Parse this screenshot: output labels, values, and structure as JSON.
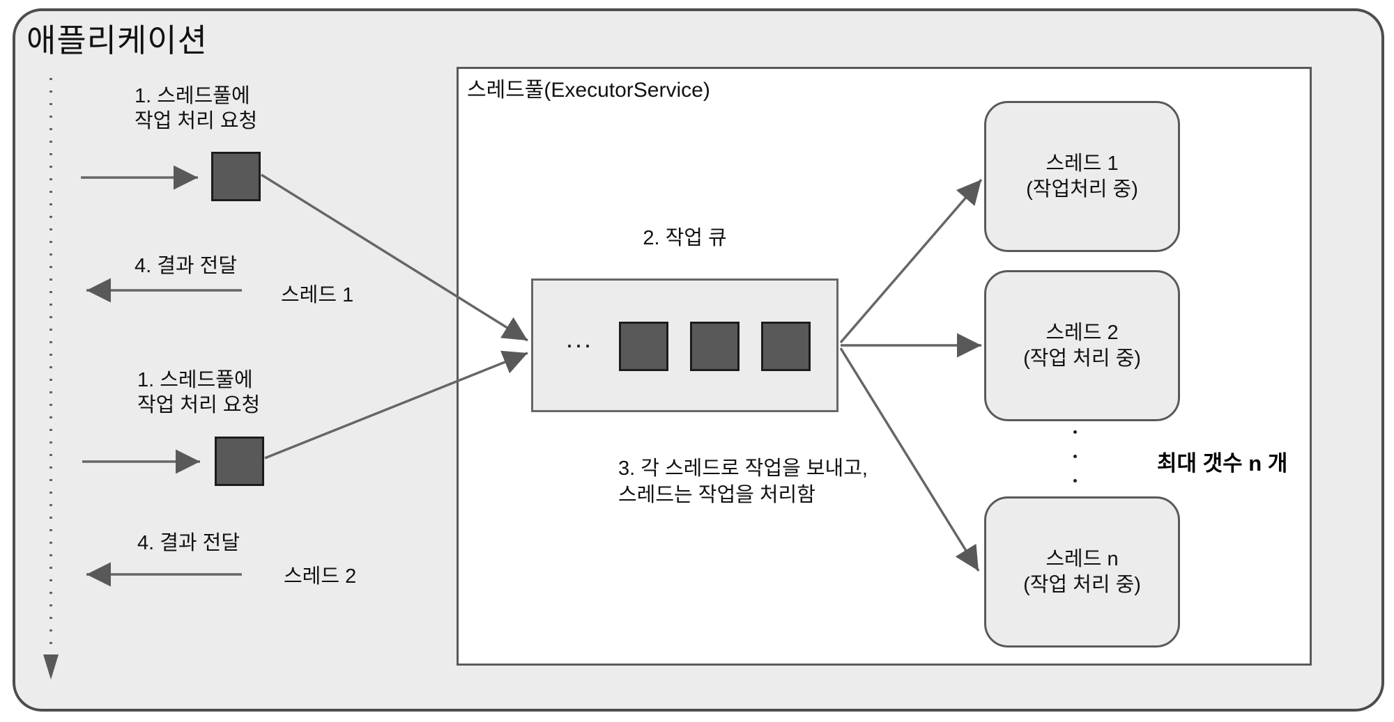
{
  "diagram": {
    "app_title": "애플리케이션",
    "pool_title": "스레드풀(ExecutorService)",
    "queue": {
      "label": "2. 작업 큐",
      "ellipsis": "...",
      "task_count": 3
    },
    "step3_note": {
      "line1": "3. 각 스레드로 작업을 보내고,",
      "line2": "스레드는 작업을 처리함"
    },
    "threads": [
      {
        "name": "스레드 1",
        "status": "(작업처리 중)"
      },
      {
        "name": "스레드 2",
        "status": "(작업 처리 중)"
      },
      {
        "name": "스레드 n",
        "status": "(작업 처리 중)"
      }
    ],
    "max_count_label": "최대 갯수 n 개",
    "requests": [
      {
        "step1_line1": "1. 스레드풀에",
        "step1_line2": "작업 처리 요청",
        "step4": "4. 결과 전달",
        "result_thread_label": "스레드 1"
      },
      {
        "step1_line1": "1. 스레드풀에",
        "step1_line2": "작업 처리 요청",
        "step4": "4. 결과 전달",
        "result_thread_label": "스레드 2"
      }
    ],
    "colors": {
      "canvas_bg": "#ffffff",
      "panel_fill": "#ececec",
      "pool_fill": "#ffffff",
      "task_fill": "#595959",
      "line": "#666666",
      "arrowhead": "#595959",
      "border": "#595959",
      "text": "#111111"
    }
  }
}
